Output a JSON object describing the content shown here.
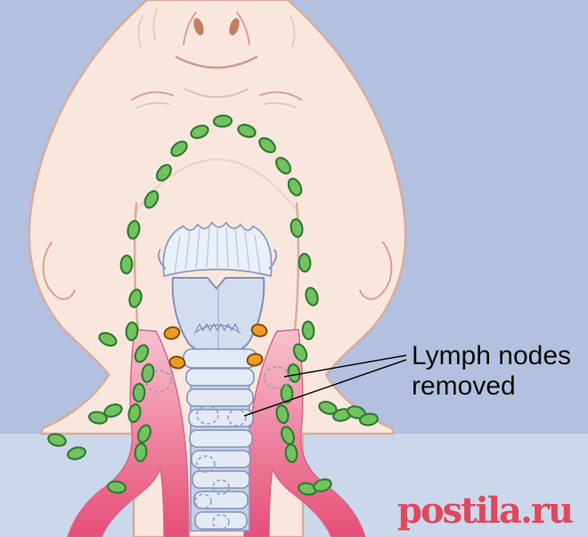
{
  "figure": {
    "subject": "head-and-neck lymph node medical illustration, head tilted back showing larynx, trachea, carotid vessels and cervical lymph node chains"
  },
  "annotation": {
    "line1": "Lymph nodes",
    "line2": "removed"
  },
  "watermark": {
    "text": "postila.ru",
    "color": "#e23c52"
  },
  "palette": {
    "bg_top": "#b2c1df",
    "bg_bottom": "#cbd8eb",
    "skin": "#f9e7de",
    "skin_line": "#d9ab9b",
    "face_line": "#e2b7a7",
    "cartilage_fill": "#dfe7f5",
    "cartilage_stroke": "#8093ba",
    "node_green": "#72c25f",
    "node_green_dark": "#2f7d33",
    "node_orange": "#f09a22",
    "node_orange_dark": "#7d4a10",
    "dashed_node": "#94a1bd",
    "annotation_text": "#0a0a0a"
  },
  "nodes": {
    "green": [
      [
        170,
        224,
        -62
      ],
      [
        184,
        194,
        -52
      ],
      [
        201,
        167,
        -40
      ],
      [
        224,
        148,
        -22
      ],
      [
        250,
        136,
        -3
      ],
      [
        277,
        147,
        20
      ],
      [
        300,
        163,
        38
      ],
      [
        318,
        186,
        52
      ],
      [
        331,
        210,
        64
      ],
      [
        150,
        258,
        -80
      ],
      [
        142,
        297,
        -88
      ],
      [
        152,
        335,
        -75
      ],
      [
        148,
        372,
        -85
      ],
      [
        159,
        397,
        -65
      ],
      [
        166,
        419,
        -80
      ],
      [
        156,
        441,
        -88
      ],
      [
        151,
        464,
        -78
      ],
      [
        162,
        487,
        -68
      ],
      [
        158,
        508,
        -84
      ],
      [
        333,
        256,
        80
      ],
      [
        342,
        295,
        88
      ],
      [
        350,
        333,
        75
      ],
      [
        346,
        371,
        85
      ],
      [
        337,
        396,
        65
      ],
      [
        330,
        419,
        80
      ],
      [
        322,
        442,
        88
      ],
      [
        317,
        465,
        78
      ],
      [
        323,
        489,
        68
      ],
      [
        327,
        509,
        84
      ],
      [
        121,
        381,
        25
      ],
      [
        110,
        469,
        10
      ],
      [
        127,
        461,
        -20
      ],
      [
        64,
        494,
        15
      ],
      [
        86,
        509,
        -15
      ],
      [
        131,
        547,
        8
      ],
      [
        368,
        458,
        20
      ],
      [
        384,
        466,
        -15
      ],
      [
        400,
        463,
        15
      ],
      [
        414,
        471,
        -8
      ],
      [
        345,
        549,
        12
      ],
      [
        362,
        545,
        -18
      ]
    ],
    "dashed": [
      [
        178,
        428,
        14,
        12
      ],
      [
        311,
        424,
        14,
        12
      ],
      [
        233,
        466,
        12,
        10
      ],
      [
        266,
        469,
        10,
        9
      ],
      [
        231,
        521,
        10,
        9
      ],
      [
        248,
        547,
        9,
        8
      ],
      [
        228,
        563,
        9,
        8
      ],
      [
        248,
        586,
        9,
        8
      ]
    ],
    "orange": [
      [
        193,
        374,
        -15
      ],
      [
        291,
        371,
        15
      ],
      [
        199,
        407,
        10
      ],
      [
        286,
        404,
        -10
      ]
    ]
  }
}
